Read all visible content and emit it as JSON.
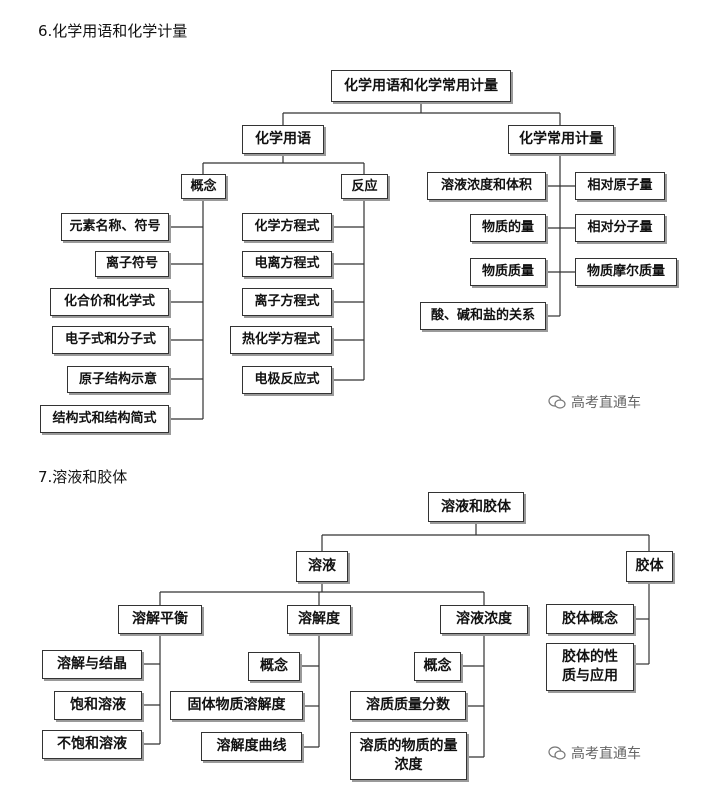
{
  "section1": {
    "heading": "6.化学用语和化学计量",
    "root": "化学用语和化学常用计量",
    "left_branch": "化学用语",
    "concept": "概念",
    "reaction": "反应",
    "concept_items": [
      "元素名称、符号",
      "离子符号",
      "化合价和化学式",
      "电子式和分子式",
      "原子结构示意",
      "结构式和结构简式"
    ],
    "reaction_items": [
      "化学方程式",
      "电离方程式",
      "离子方程式",
      "热化学方程式",
      "电极反应式"
    ],
    "right_branch": "化学常用计量",
    "quantity_left": [
      "溶液浓度和体积",
      "物质的量",
      "物质质量",
      "酸、碱和盐的关系"
    ],
    "quantity_right": [
      "相对原子量",
      "相对分子量",
      "物质摩尔质量"
    ],
    "watermark": "高考直通车"
  },
  "section2": {
    "heading": "7.溶液和胶体",
    "root": "溶液和胶体",
    "solution": "溶液",
    "colloid": "胶体",
    "dissolution_equilibrium": "溶解平衡",
    "solubility": "溶解度",
    "concentration": "溶液浓度",
    "equilibrium_items": [
      "溶解与结晶",
      "饱和溶液",
      "不饱和溶液"
    ],
    "solubility_items": [
      "概念",
      "固体物质溶解度",
      "溶解度曲线"
    ],
    "concentration_items": [
      "概念",
      "溶质质量分数",
      "溶质的物质的量浓度"
    ],
    "colloid_items": [
      "胶体概念",
      "胶体的性质与应用"
    ],
    "watermark": "高考直通车"
  }
}
